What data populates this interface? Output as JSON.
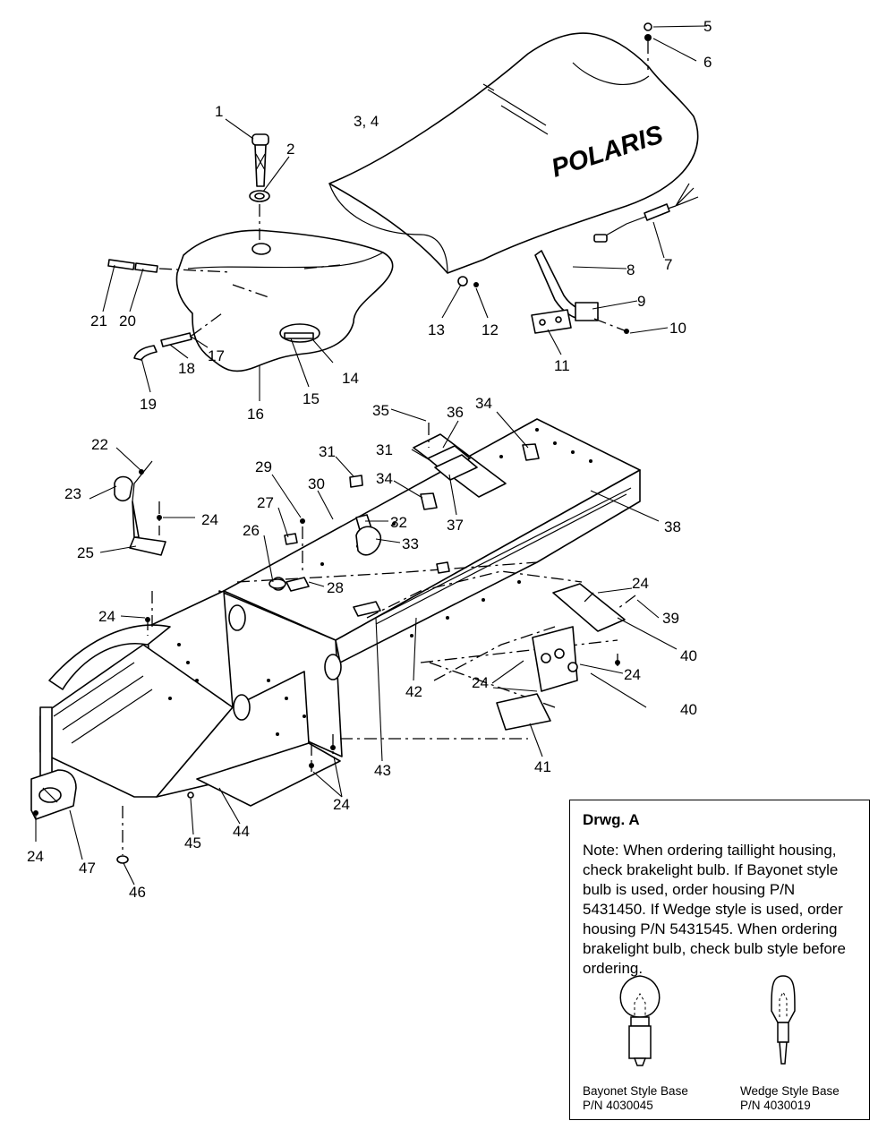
{
  "seat": {
    "brand_text": "POLARIS"
  },
  "callouts": {
    "c1": "1",
    "c2": "2",
    "c3_4": "3, 4",
    "c5": "5",
    "c6": "6",
    "c7": "7",
    "c8": "8",
    "c9": "9",
    "c10": "10",
    "c11": "11",
    "c12": "12",
    "c13": "13",
    "c14": "14",
    "c15": "15",
    "c16": "16",
    "c17": "17",
    "c18": "18",
    "c19": "19",
    "c20": "20",
    "c21": "21",
    "c22": "22",
    "c23": "23",
    "c24": "24",
    "c25": "25",
    "c26": "26",
    "c27": "27",
    "c28": "28",
    "c29": "29",
    "c30": "30",
    "c31": "31",
    "c32": "32",
    "c33": "33",
    "c34": "34",
    "c35": "35",
    "c36": "36",
    "c37": "37",
    "c38": "38",
    "c39": "39",
    "c40": "40",
    "c41": "41",
    "c42": "42",
    "c43": "43",
    "c44": "44",
    "c45": "45",
    "c46": "46",
    "c47": "47"
  },
  "note": {
    "title": "Drwg. A",
    "text": "Note: When ordering taillight housing, check brakelight bulb.  If Bayonet style bulb is  used, order housing P/N 5431450.  If Wedge style is used, order housing P/N 5431545.  When ordering brakelight bulb, check bulb style before ordering.",
    "bayonet": {
      "label": "Bayonet Style Base",
      "pn": "P/N 4030045"
    },
    "wedge": {
      "label": "Wedge Style Base",
      "pn": "P/N 4030019"
    }
  }
}
